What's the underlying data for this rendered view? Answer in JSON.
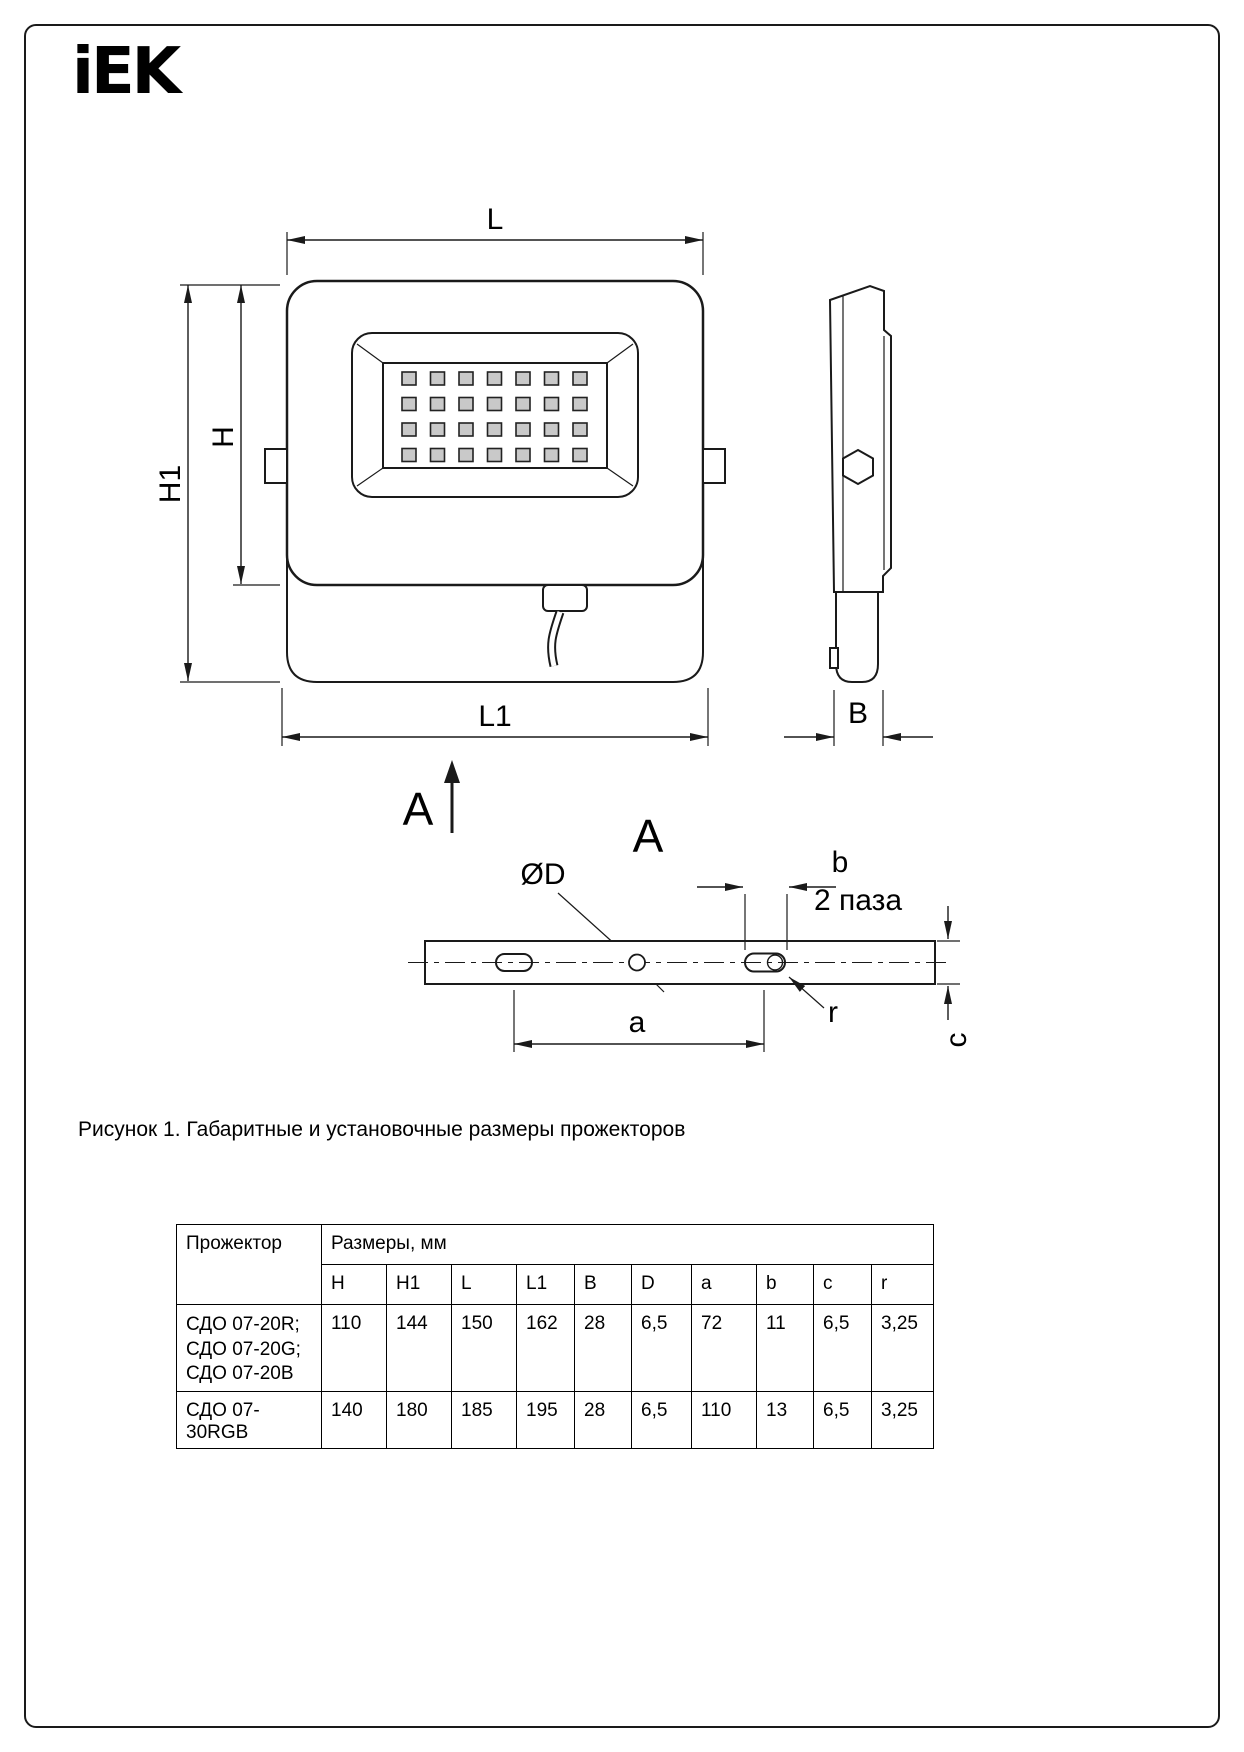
{
  "logo": {
    "text": "iEK"
  },
  "drawing": {
    "labels": {
      "L": "L",
      "H1": "H1",
      "H": "H",
      "L1": "L1",
      "B": "B",
      "section_arrow": "A",
      "section_title": "A",
      "diameter": "ØD",
      "b": "b",
      "slots": "2 паза",
      "a": "a",
      "r": "r",
      "c": "c"
    }
  },
  "caption": "Рисунок 1. Габаритные и установочные размеры прожекторов",
  "table": {
    "projector_header": "Прожектор",
    "sizes_header": "Размеры, мм",
    "dim_headers": [
      "H",
      "H1",
      "L",
      "L1",
      "B",
      "D",
      "a",
      "b",
      "c",
      "r"
    ],
    "rows": [
      {
        "name_lines": [
          "СДО 07-20R;",
          "СДО 07-20G;",
          "СДО 07-20B"
        ],
        "values": [
          "110",
          "144",
          "150",
          "162",
          "28",
          "6,5",
          "72",
          "11",
          "6,5",
          "3,25"
        ]
      },
      {
        "name_lines": [
          "СДО 07-30RGB",
          "",
          ""
        ],
        "values": [
          "140",
          "180",
          "185",
          "195",
          "28",
          "6,5",
          "110",
          "13",
          "6,5",
          "3,25"
        ]
      }
    ]
  }
}
